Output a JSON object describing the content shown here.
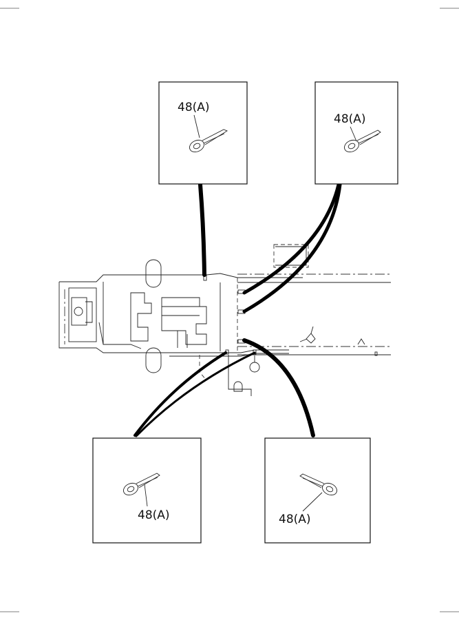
{
  "callouts": [
    {
      "id": "top-left",
      "label": "48(A)"
    },
    {
      "id": "top-right",
      "label": "48(A)"
    },
    {
      "id": "bottom-left",
      "label": "48(A)"
    },
    {
      "id": "bottom-right",
      "label": "48(A)"
    }
  ]
}
